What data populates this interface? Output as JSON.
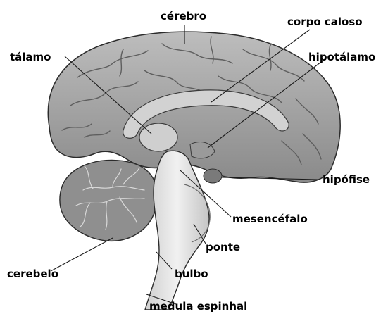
{
  "diagram": {
    "labels": {
      "cerebro": "cérebro",
      "corpo_caloso": "corpo caloso",
      "talamo": "tálamo",
      "hipotalamo": "hipotálamo",
      "hipofise": "hipófise",
      "mesencefalo": "mesencéfalo",
      "ponte": "ponte",
      "cerebelo": "cerebelo",
      "bulbo": "bulbo",
      "medula_espinhal": "medula espinhal"
    },
    "colors": {
      "cortex": "#a9a9a9",
      "cortex_dark": "#6e6e6e",
      "corpus_callosum": "#d2d2d2",
      "brainstem": "#e3e3e3",
      "cerebellum": "#8f8f8f",
      "outline": "#2b2b2b"
    }
  }
}
